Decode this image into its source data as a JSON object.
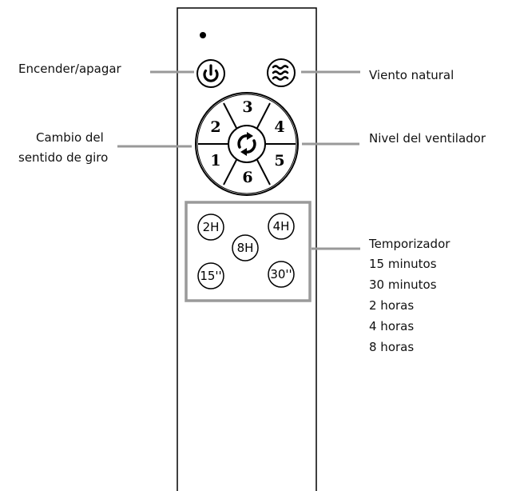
{
  "labels": {
    "power": "Encender/apagar",
    "natural_wind": "Viento natural",
    "direction_line1": "Cambio del",
    "direction_line2": "sentido de giro",
    "fan_level": "Nivel del ventilador"
  },
  "timer": {
    "title": "Temporizador",
    "options": [
      "15 minutos",
      "30 minutos",
      "2 horas",
      "4 horas",
      "8 horas"
    ],
    "buttons": {
      "b2h": "2H",
      "b4h": "4H",
      "b8h": "8H",
      "b15": "15''",
      "b30": "30''"
    }
  },
  "speed_buttons": {
    "s1": "1",
    "s2": "2",
    "s3": "3",
    "s4": "4",
    "s5": "5",
    "s6": "6"
  },
  "colors": {
    "callout_line": "#999999",
    "timer_frame": "#9a9a9a",
    "remote_stroke": "#000000"
  },
  "icons": {
    "power": "power-icon",
    "wind": "wind-icon",
    "reverse": "reverse-icon"
  }
}
